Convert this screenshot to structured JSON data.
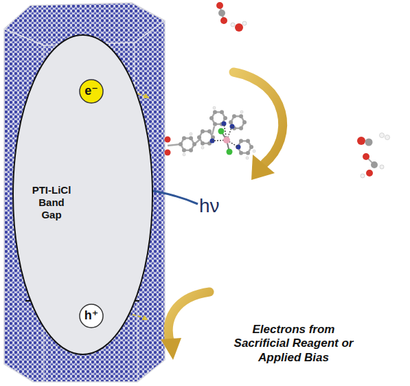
{
  "diagram": {
    "nodes": [
      {
        "text": [
          "PTI-LiCl Band Gap"
        ]
      },
      {
        "text": [
          "e⁻"
        ],
        "in": 0
      },
      {
        "text": [
          "h⁺"
        ],
        "in": 0
      }
    ],
    "edges": [
      {
        "from": 2,
        "to": 1,
        "arrow": "to"
      }
    ],
    "labels": [
      "hν",
      "Electrons from Sacrificial Reagent or Applied Bias"
    ]
  }
}
